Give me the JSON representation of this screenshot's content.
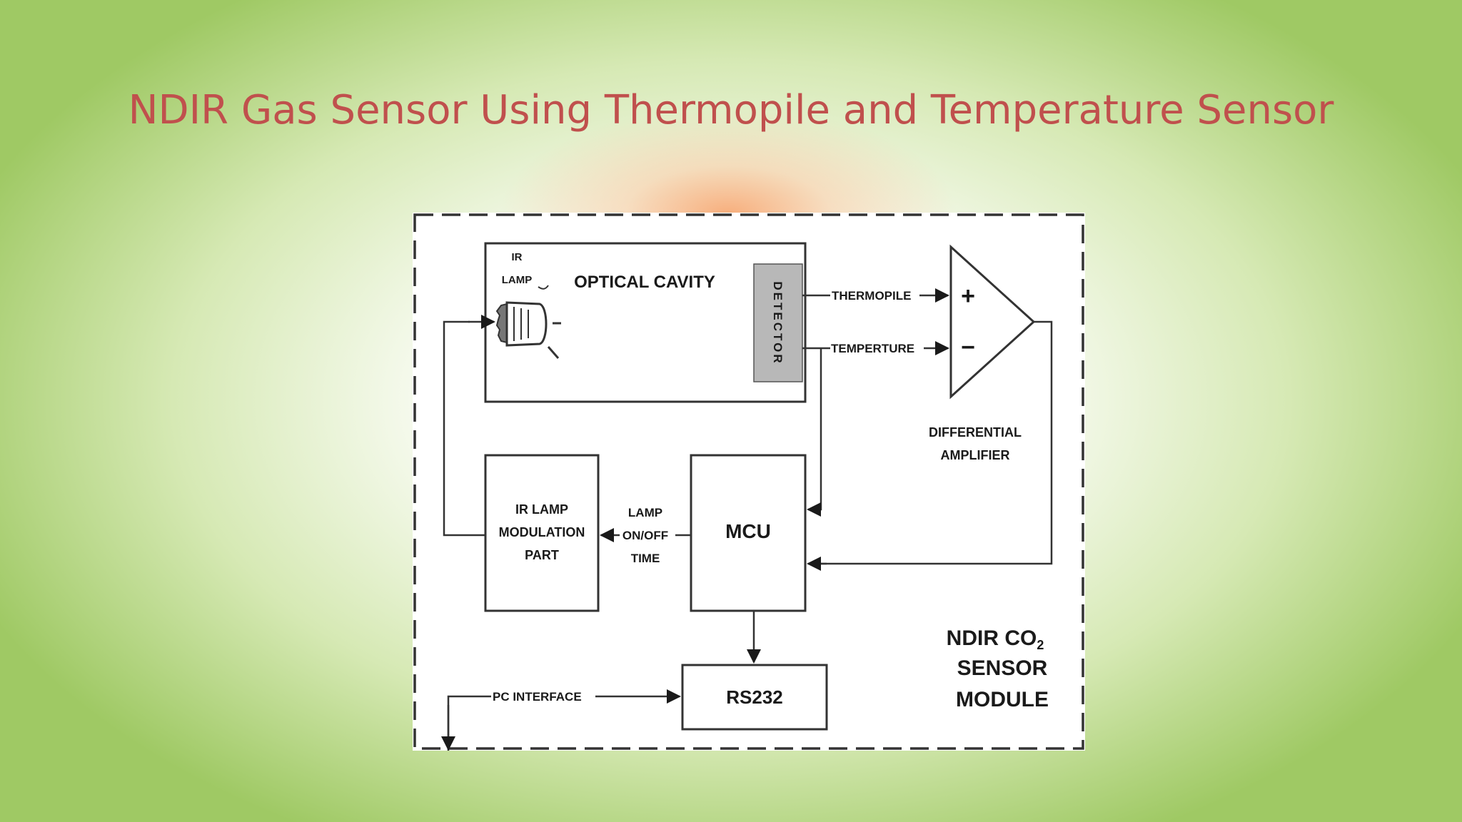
{
  "slide": {
    "title": "NDIR Gas Sensor Using Thermopile and Temperature Sensor"
  },
  "diagram": {
    "ir_lamp_line1": "IR",
    "ir_lamp_line2": "LAMP",
    "optical_cavity": "OPTICAL CAVITY",
    "detector": "DETECTOR",
    "thermopile": "THERMOPILE",
    "temperture": "TEMPERTURE",
    "plus_sign": "+",
    "minus_sign": "−",
    "diff_amp_line1": "DIFFERENTIAL",
    "diff_amp_line2": "AMPLIFIER",
    "ir_mod_line1": "IR LAMP",
    "ir_mod_line2": "MODULATION",
    "ir_mod_line3": "PART",
    "lamp_time_line1": "LAMP",
    "lamp_time_line2": "ON/OFF",
    "lamp_time_line3": "TIME",
    "mcu": "MCU",
    "rs232": "RS232",
    "pc_interface": "PC INTERFACE",
    "module_line1": "NDIR CO",
    "module_subscript": "2",
    "module_line2": "SENSOR",
    "module_line3": "MODULE"
  }
}
